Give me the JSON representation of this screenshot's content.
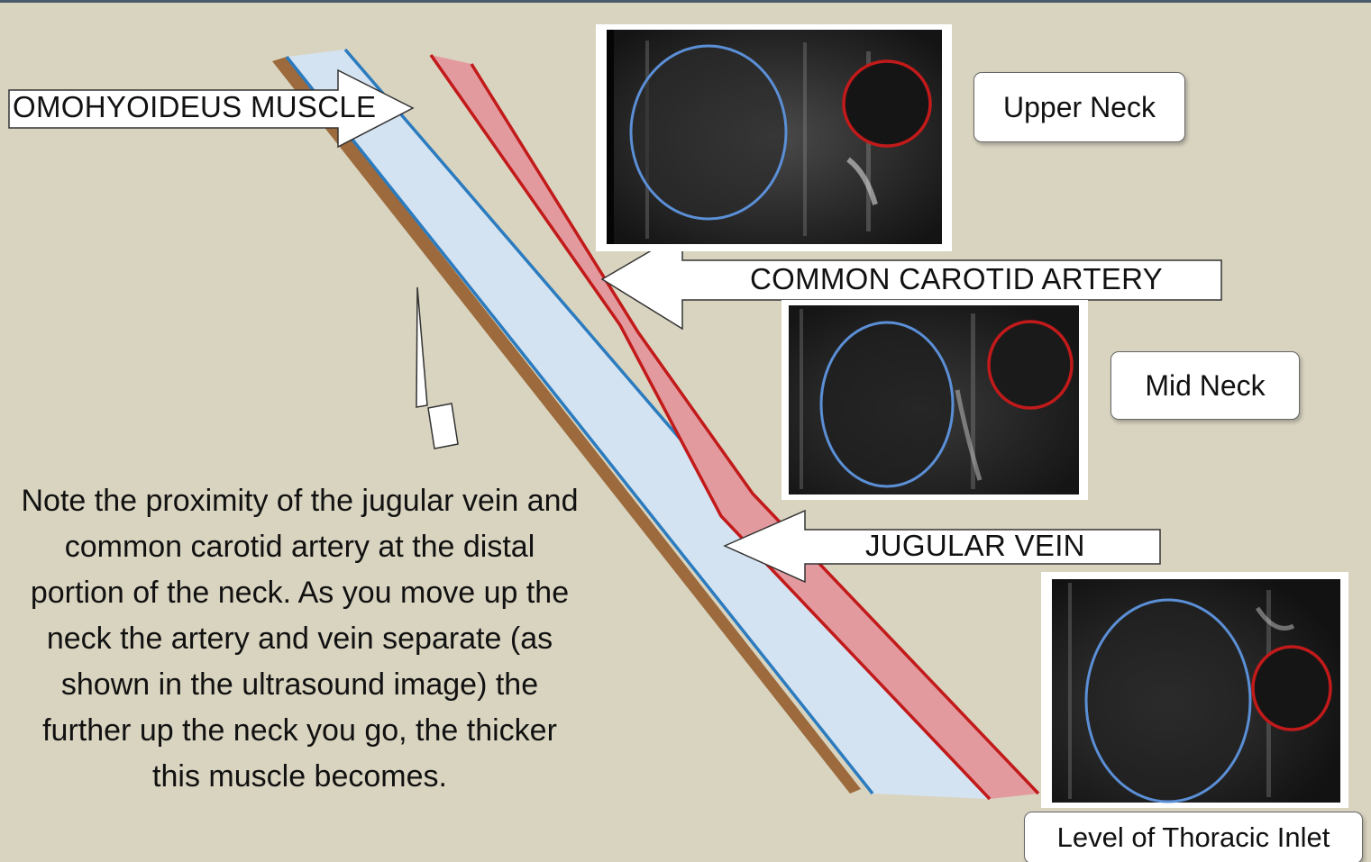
{
  "labels": {
    "omohyoideus": "OMOHYOIDEUS MUSCLE",
    "carotid": "COMMON CAROTID ARTERY",
    "jugular": "JUGULAR VEIN"
  },
  "levels": {
    "upper": "Upper Neck",
    "mid": "Mid Neck",
    "inlet": "Level of Thoracic Inlet"
  },
  "note": "Note the proximity of the jugular vein and common carotid artery at the distal portion of the neck.  As you move up the neck the artery and vein separate (as shown in the ultrasound image) the further up the neck you go, the thicker this muscle becomes.",
  "colors": {
    "background": "#d9d4c0",
    "vein_fill": "#d4e3f2",
    "vein_outline": "#2b7bbf",
    "artery_fill": "#e39a9e",
    "artery_outline": "#c21a1a",
    "muscle": "#9c6a3c",
    "vein_circle": "#5b8fd6",
    "artery_circle": "#c21a1a"
  }
}
